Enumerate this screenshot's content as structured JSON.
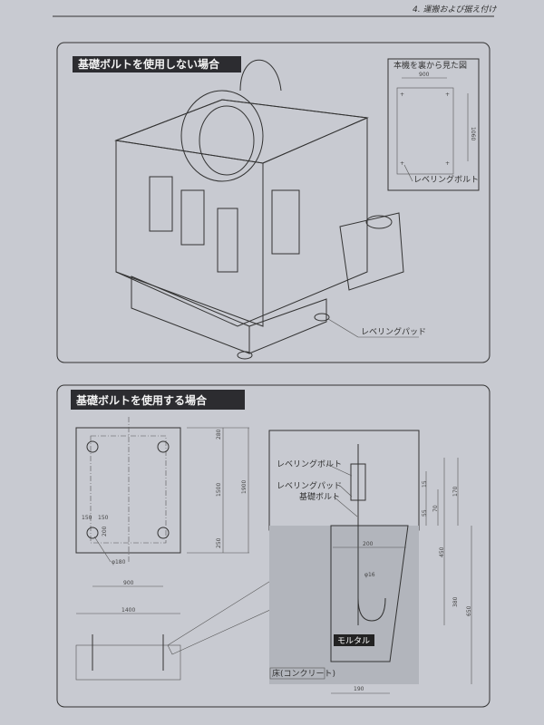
{
  "header": {
    "section": "4. 運搬および据え付け"
  },
  "panel1": {
    "title": "基礎ボルトを使用しない場合",
    "inset_title": "本機を裏から見た図",
    "inset_width": "900",
    "inset_height": "1060",
    "inset_label": "レベリングボルト",
    "pad_label": "レベリングパッド"
  },
  "panel2": {
    "title": "基礎ボルトを使用する場合",
    "plan": {
      "d_top": "280",
      "d_mid": "1500",
      "d_bottom": "250",
      "d_total": "1900",
      "d_150a": "150",
      "d_150b": "150",
      "d_200": "200",
      "hole": "φ180",
      "d_900": "900",
      "d_1400": "1400"
    },
    "section": {
      "leveling_bolt": "レベリングボルト",
      "leveling_pad": "レベリングパッド",
      "foundation_bolt": "基礎ボルト",
      "mortar": "モルタル",
      "floor": "床(コンクリート)",
      "d_15": "15",
      "d_55": "55",
      "d_70": "70",
      "d_170": "170",
      "d_450": "450",
      "d_380": "380",
      "d_650": "650",
      "d_200": "200",
      "d_dia": "φ16",
      "d_190": "190"
    }
  }
}
